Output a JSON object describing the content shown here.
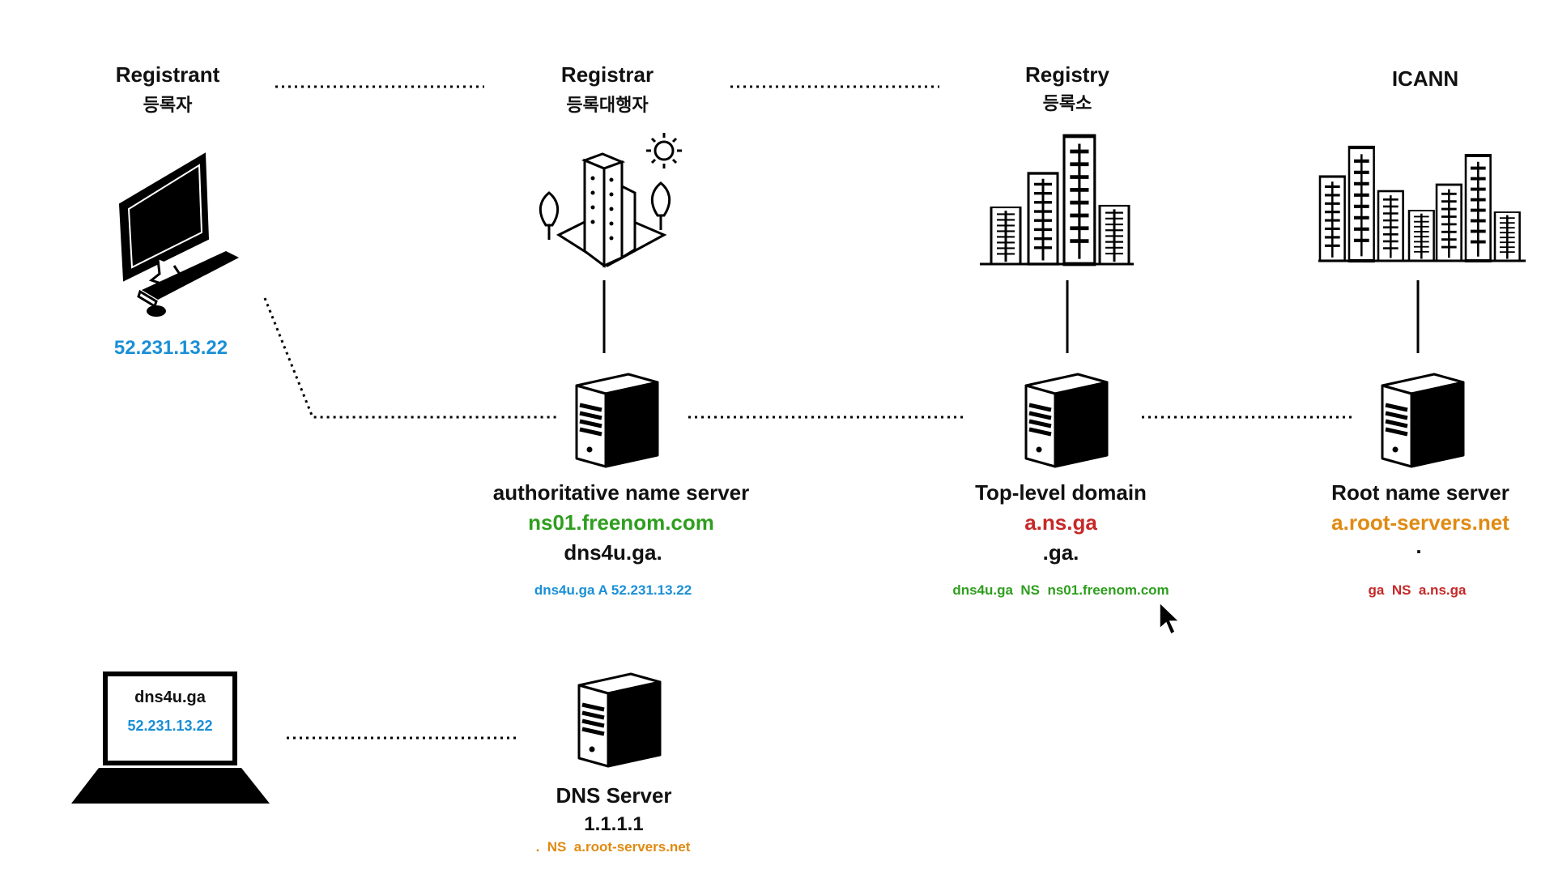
{
  "colors": {
    "blue": "#1a8fd6",
    "green": "#2e9e1e",
    "red": "#c62828",
    "orange": "#e08a12",
    "ink": "#111111"
  },
  "entities": {
    "registrant": {
      "title": "Registrant",
      "korean": "등록자",
      "icon": "desktop-computer-icon",
      "ip": "52.231.13.22"
    },
    "registrar": {
      "title": "Registrar",
      "korean": "등록대행자",
      "icon": "office-building-icon"
    },
    "registry": {
      "title": "Registry",
      "korean": "등록소",
      "icon": "city-skyline-icon"
    },
    "icann": {
      "title": "ICANN",
      "icon": "city-skyline-icon"
    }
  },
  "servers": {
    "authoritative": {
      "name": "authoritative name server",
      "host": "ns01.freenom.com",
      "zone": "dns4u.ga.",
      "record": "dns4u.ga A 52.231.13.22",
      "icon": "server-tower-icon"
    },
    "tld": {
      "name": "Top-level domain",
      "host": "a.ns.ga",
      "zone": ".ga.",
      "record": "dns4u.ga  NS  ns01.freenom.com",
      "icon": "server-tower-icon"
    },
    "root": {
      "name": "Root name server",
      "host": "a.root-servers.net",
      "zone": ".",
      "record": "ga  NS  a.ns.ga",
      "icon": "server-tower-icon"
    },
    "dns": {
      "name": "DNS Server",
      "address": "1.1.1.1",
      "record": ".  NS  a.root-servers.net",
      "icon": "server-tower-icon"
    }
  },
  "laptop": {
    "icon": "laptop-icon",
    "domain": "dns4u.ga",
    "ip": "52.231.13.22"
  },
  "cursor": {
    "icon": "mouse-pointer-icon"
  }
}
